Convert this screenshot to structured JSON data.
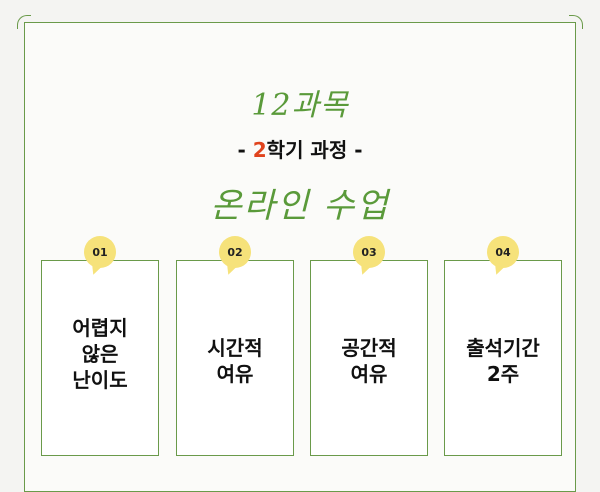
{
  "header": {
    "line1": "12과목",
    "line2_prefix": "- ",
    "line2_accent": "2",
    "line2_suffix": "학기 과정 -",
    "line3": "온라인 수업"
  },
  "cards": [
    {
      "number": "01",
      "lines": [
        "어렵지",
        "않은",
        "난이도"
      ]
    },
    {
      "number": "02",
      "lines": [
        "시간적",
        "여유"
      ]
    },
    {
      "number": "03",
      "lines": [
        "공간적",
        "여유"
      ]
    },
    {
      "number": "04",
      "lines": [
        "출석기간",
        "2주"
      ]
    }
  ],
  "colors": {
    "accent_green": "#5a9a3a",
    "accent_red": "#e0431d",
    "badge_yellow": "#f6e27a"
  }
}
